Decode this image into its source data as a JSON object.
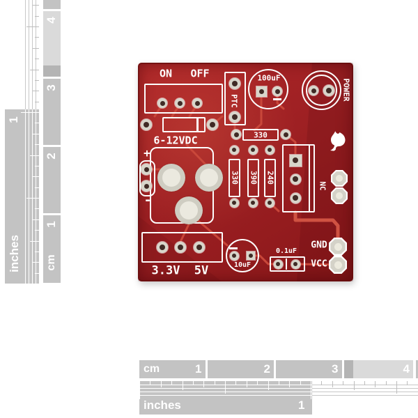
{
  "rulers": {
    "bottom": {
      "cm_label": "cm",
      "cm_numbers": [
        "1",
        "2",
        "3",
        "4"
      ],
      "inches_label": "inches",
      "inch_number": "1"
    },
    "left": {
      "cm_label": "cm",
      "cm_numbers": [
        "1",
        "2",
        "3",
        "4"
      ],
      "inches_label": "inches",
      "inch_number": "1"
    }
  },
  "pcb": {
    "silkscreen": {
      "on": "ON",
      "off": "OFF",
      "input_range": "6-12VDC",
      "plus": "+",
      "minus": "-",
      "ptc": "PTC",
      "cap_100uf": "100uF",
      "cap_100uf_minus": "_",
      "res_330_top": "330",
      "res_330": "330",
      "res_390": "390",
      "res_240": "240",
      "power": "POWER",
      "nc": "NC",
      "out_3v3": "3.3V",
      "out_5v": "5V",
      "cap_10uf": "10uF",
      "cap_01uf": "0.1uF",
      "gnd": "GND",
      "vcc": "VCC"
    },
    "colors": {
      "board_red": "#9e2023",
      "trace_red": "#c9473a",
      "silkscreen_white": "#ffffff",
      "pad_silver": "#d8d6cb",
      "hole_dark": "#402b26",
      "hole_light": "#eceade",
      "ruler_gray": "#c3c3c3",
      "ruler_gray_light": "#dadada"
    },
    "logo": "sparkfun-flame"
  }
}
